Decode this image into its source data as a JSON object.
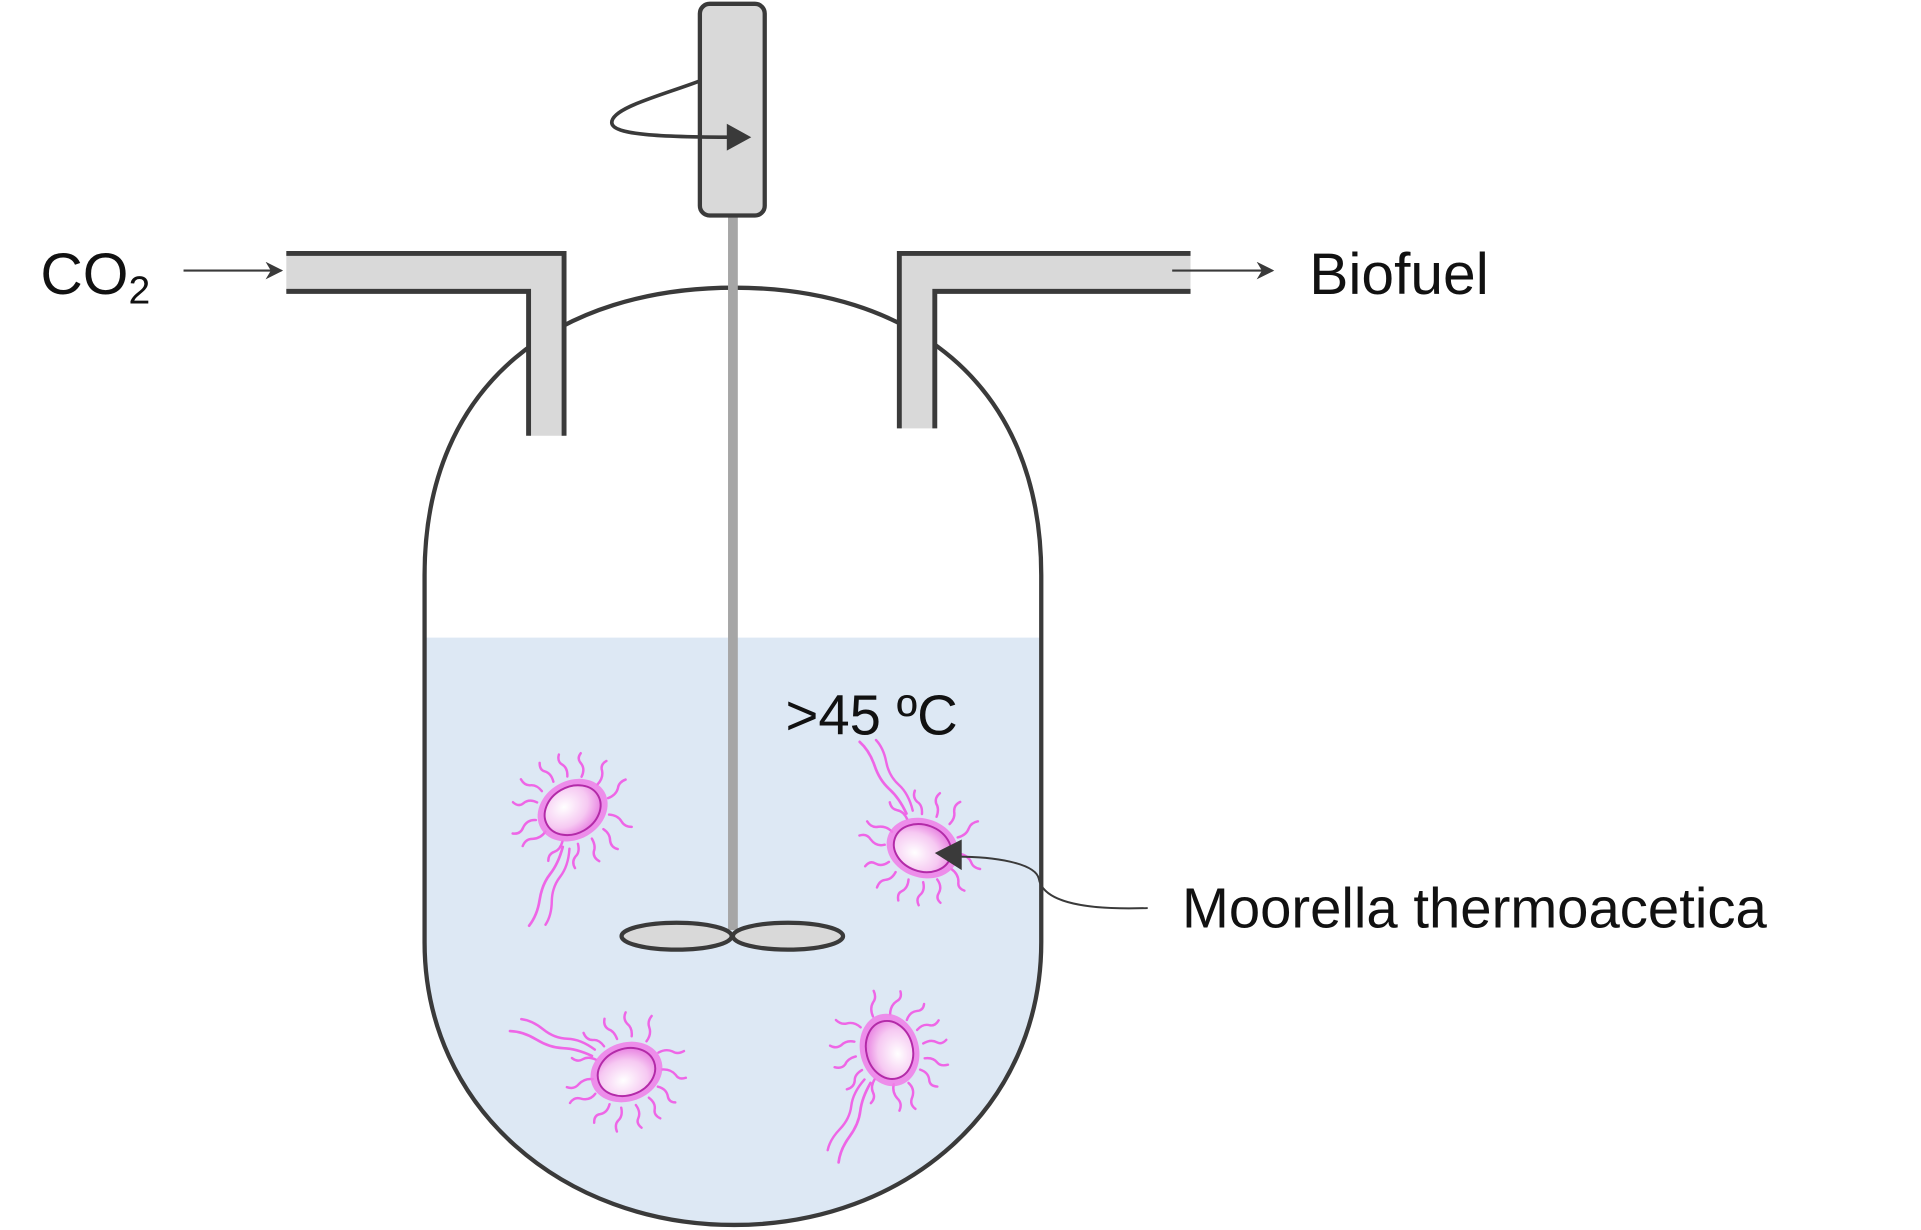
{
  "diagram": {
    "title": "Bioreactor converting CO2 to biofuel",
    "inlet": {
      "label_main": "CO",
      "label_sub": "2",
      "direction": "in"
    },
    "outlet": {
      "label": "Biofuel",
      "direction": "out"
    },
    "temperature": {
      "label": ">45 ºC"
    },
    "organism": {
      "label": "Moorella thermoacetica",
      "count": 4
    },
    "components": [
      "motor",
      "stirrer-shaft",
      "impeller",
      "inlet-pipe",
      "outlet-pipe",
      "vessel",
      "liquid-medium"
    ],
    "colors": {
      "outline": "#3a3a3a",
      "pipe_fill": "#d9d9d9",
      "shaft": "#a6a6a6",
      "liquid": "#dde8f4",
      "bacteria": "#ee55e6",
      "bacteria_core": "#fde8fb"
    }
  }
}
